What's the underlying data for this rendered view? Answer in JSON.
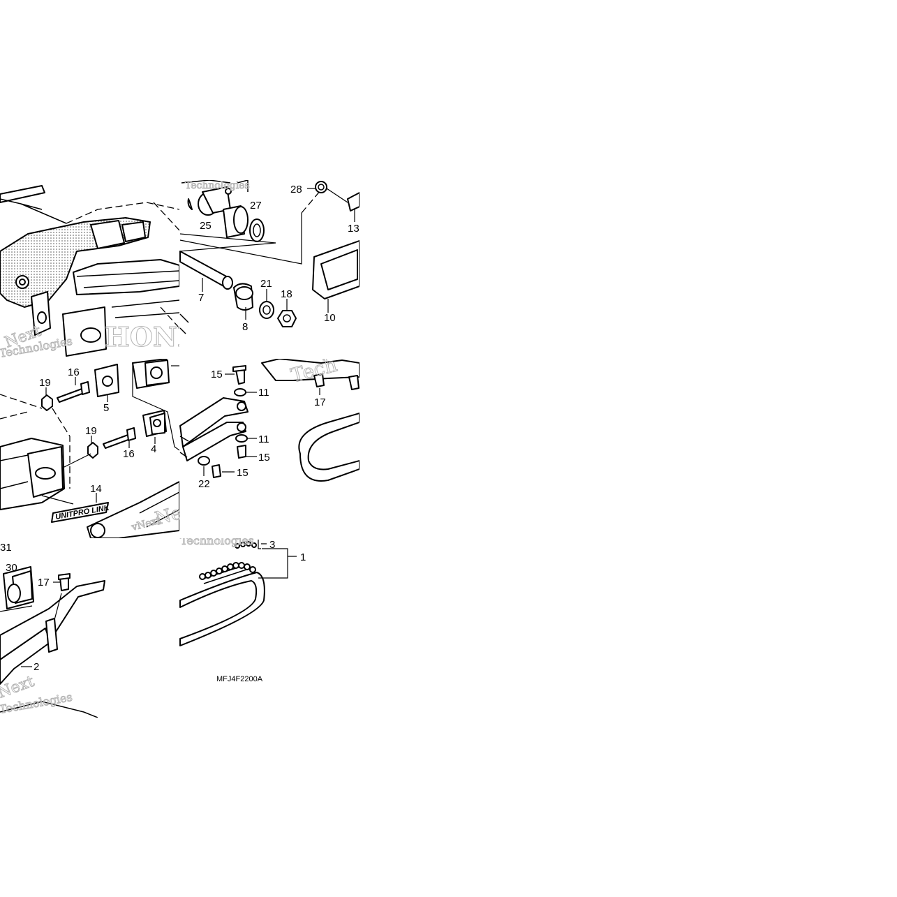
{
  "diagram": {
    "drawing_code": "MFJ4F2200A",
    "decal_text": "UNITPRO LINK",
    "brand_mark": "HONDA",
    "watermark_text": [
      "Next",
      "Technologies",
      "vNext",
      "Tech"
    ],
    "callouts": [
      "28",
      "13",
      "27",
      "25",
      "7",
      "21",
      "18",
      "8",
      "10",
      "19",
      "16",
      "5",
      "15",
      "11",
      "17",
      "19",
      "16",
      "4",
      "11",
      "15",
      "22",
      "15",
      "14",
      "31",
      "30",
      "17",
      "2",
      "3",
      "1"
    ]
  }
}
